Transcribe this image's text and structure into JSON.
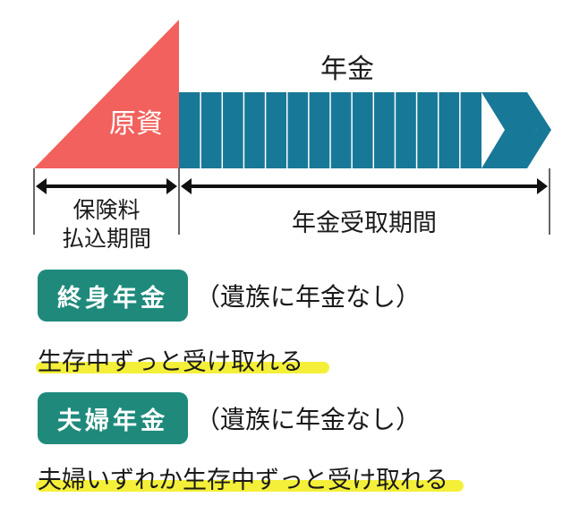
{
  "diagram": {
    "principal_label": "原資",
    "pension_label": "年金",
    "payment_period_label_line1": "保険料",
    "payment_period_label_line2": "払込期間",
    "receipt_period_label": "年金受取期間"
  },
  "types": [
    {
      "badge": "終身年金",
      "note": "（遺族に年金なし）",
      "description": "生存中ずっと受け取れる"
    },
    {
      "badge": "夫婦年金",
      "note": "（遺族に年金なし）",
      "description": "夫婦いずれか生存中ずっと受け取れる"
    }
  ],
  "colors": {
    "principal": "#f2615d",
    "pension_bar": "#187897",
    "badge": "#1f8a7b",
    "highlight": "#f4f03a"
  }
}
